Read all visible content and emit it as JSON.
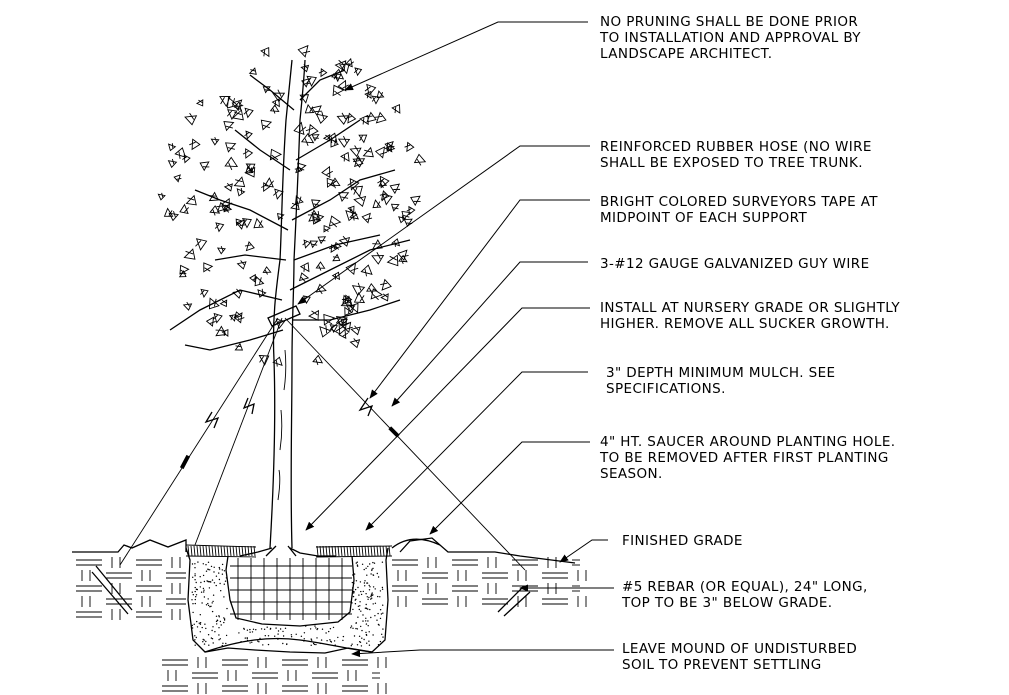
{
  "callouts": [
    {
      "id": "pruning",
      "lines": [
        "NO PRUNING SHALL BE DONE PRIOR",
        "TO INSTALLATION AND APPROVAL BY",
        "LANDSCAPE ARCHITECT."
      ]
    },
    {
      "id": "hose",
      "lines": [
        "REINFORCED RUBBER HOSE (NO WIRE",
        "SHALL BE EXPOSED TO TREE TRUNK."
      ]
    },
    {
      "id": "tape",
      "lines": [
        "BRIGHT COLORED SURVEYORS TAPE AT",
        "MIDPOINT OF EACH SUPPORT"
      ]
    },
    {
      "id": "guywire",
      "lines": [
        "3-#12 GAUGE GALVANIZED GUY WIRE"
      ]
    },
    {
      "id": "nursery",
      "lines": [
        "INSTALL AT NURSERY GRADE OR SLIGHTLY",
        "HIGHER. REMOVE ALL SUCKER GROWTH."
      ]
    },
    {
      "id": "mulch",
      "lines": [
        "3\" DEPTH MINIMUM MULCH. SEE",
        "SPECIFICATIONS."
      ]
    },
    {
      "id": "saucer",
      "lines": [
        "4\" HT. SAUCER AROUND PLANTING HOLE.",
        "TO BE REMOVED AFTER FIRST PLANTING",
        "SEASON."
      ]
    },
    {
      "id": "grade",
      "lines": [
        "FINISHED GRADE"
      ]
    },
    {
      "id": "rebar",
      "lines": [
        "#5 REBAR (OR EQUAL), 24\" LONG,",
        "TOP TO BE 3\" BELOW GRADE."
      ]
    },
    {
      "id": "mound",
      "lines": [
        "LEAVE MOUND OF UNDISTURBED",
        "SOIL TO PREVENT SETTLING"
      ]
    }
  ]
}
